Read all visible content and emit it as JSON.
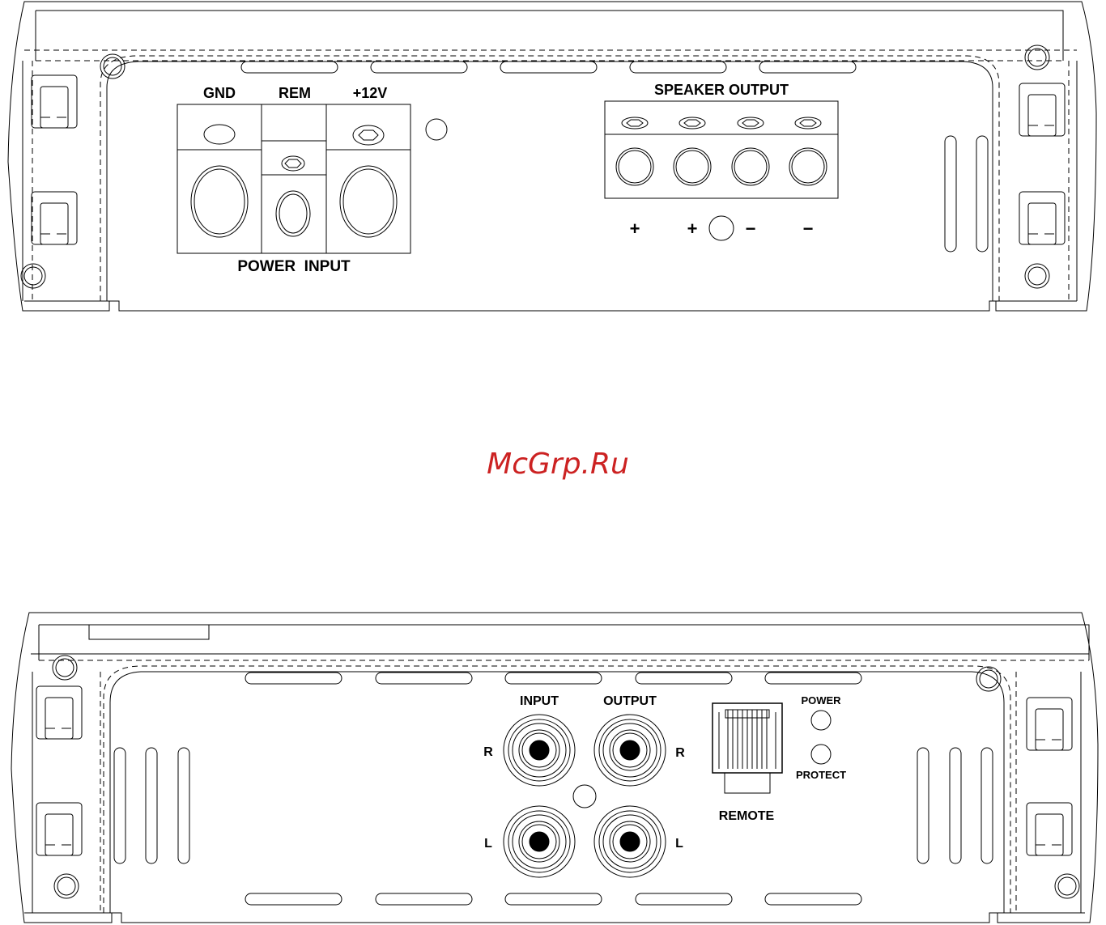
{
  "watermark": "McGrp.Ru",
  "top_panel": {
    "power_terminals": {
      "gnd": "GND",
      "rem": "REM",
      "plus12v": "+12V",
      "group_label": "POWER  INPUT"
    },
    "speaker_terminals": {
      "group_label": "SPEAKER OUTPUT",
      "polarity": [
        "+",
        "+",
        "−",
        "−"
      ]
    }
  },
  "bottom_panel": {
    "rca": {
      "input_label": "INPUT",
      "output_label": "OUTPUT",
      "right": "R",
      "left": "L"
    },
    "remote_label": "REMOTE",
    "led_power": "POWER",
    "led_protect": "PROTECT"
  }
}
